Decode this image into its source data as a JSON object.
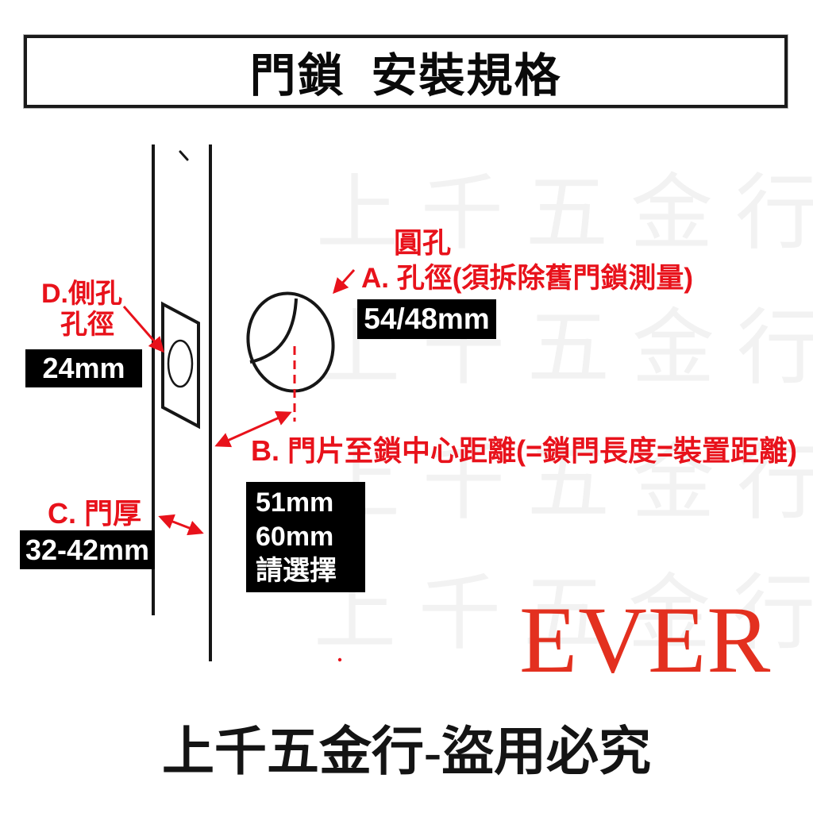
{
  "page": {
    "title": "門鎖  安裝規格",
    "footer": "上千五金行-盜用必究",
    "brand": "EVER"
  },
  "watermark": {
    "text": "上千五金行"
  },
  "annotations": {
    "a": {
      "caption": "圓孔",
      "label": "A. 孔徑(須拆除舊門鎖測量)",
      "value": "54/48mm"
    },
    "b": {
      "label": "B. 門片至鎖中心距離(=鎖閂長度=裝置距離)",
      "options": [
        "51mm",
        "60mm",
        "請選擇"
      ]
    },
    "c": {
      "label": "C. 門厚",
      "value": "32-42mm"
    },
    "d": {
      "label_line1": "D.側孔",
      "label_line2": "孔徑",
      "value": "24mm"
    }
  },
  "colors": {
    "accent_red": "#e8121b",
    "brand_red": "#e3301f",
    "value_box_bg": "#000000",
    "value_box_text": "#ffffff",
    "watermark_gray": "#f2f2f2",
    "line_black": "#161616"
  }
}
